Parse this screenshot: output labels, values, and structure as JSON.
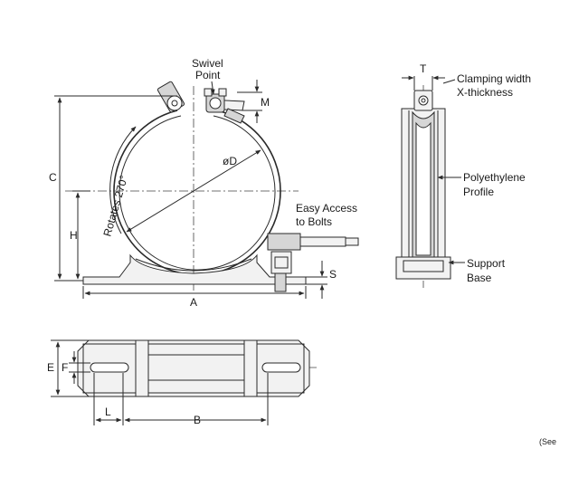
{
  "labels": {
    "swivel_point": [
      "Swivel",
      "Point"
    ],
    "diameter": "øD",
    "rotates": "Rotates 270°",
    "easy_access": [
      "Easy Access",
      "to Bolts"
    ],
    "clamping_width": [
      "Clamping width",
      "X-thickness"
    ],
    "polyethylene_profile": [
      "Polyethylene",
      "Profile"
    ],
    "support_base": [
      "Support",
      "Base"
    ],
    "footnote": "(See"
  },
  "dimensions": {
    "C": "C",
    "H": "H",
    "A": "A",
    "M": "M",
    "S": "S",
    "T": "T",
    "E": "E",
    "F": "F",
    "L": "L",
    "B": "B"
  },
  "colors": {
    "line": "#2a2a2a",
    "shade": "#d6d6d6",
    "fill": "#f2f2f2"
  }
}
